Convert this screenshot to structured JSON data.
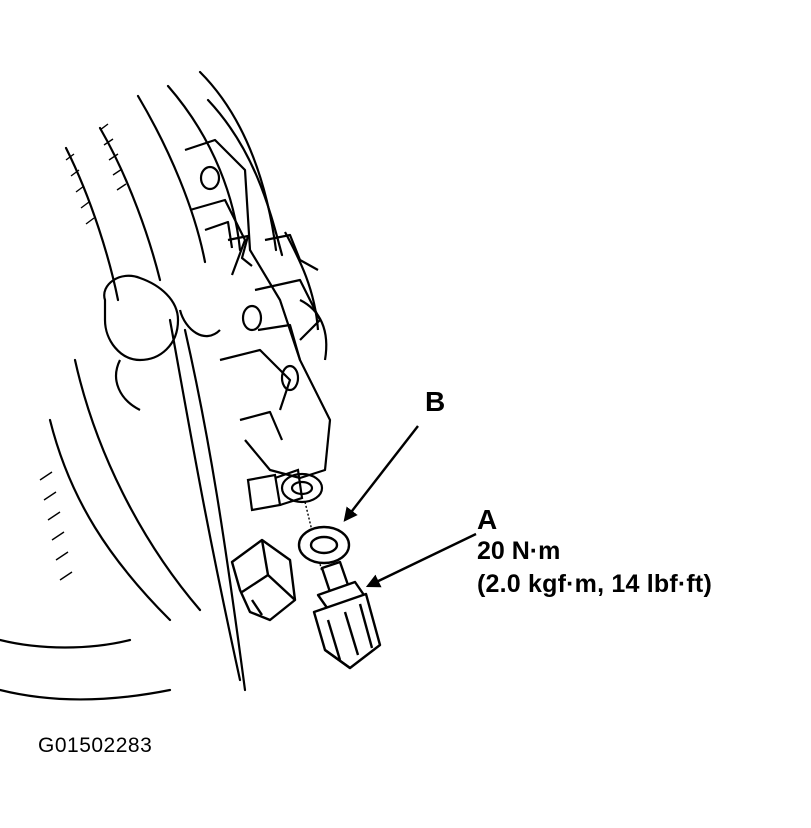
{
  "callouts": {
    "b": "B",
    "a": "A"
  },
  "torque": {
    "metric": "20 N·m",
    "alternate": "(2.0 kgf·m, 14 lbf·ft)"
  },
  "figure_id": "G01502283"
}
